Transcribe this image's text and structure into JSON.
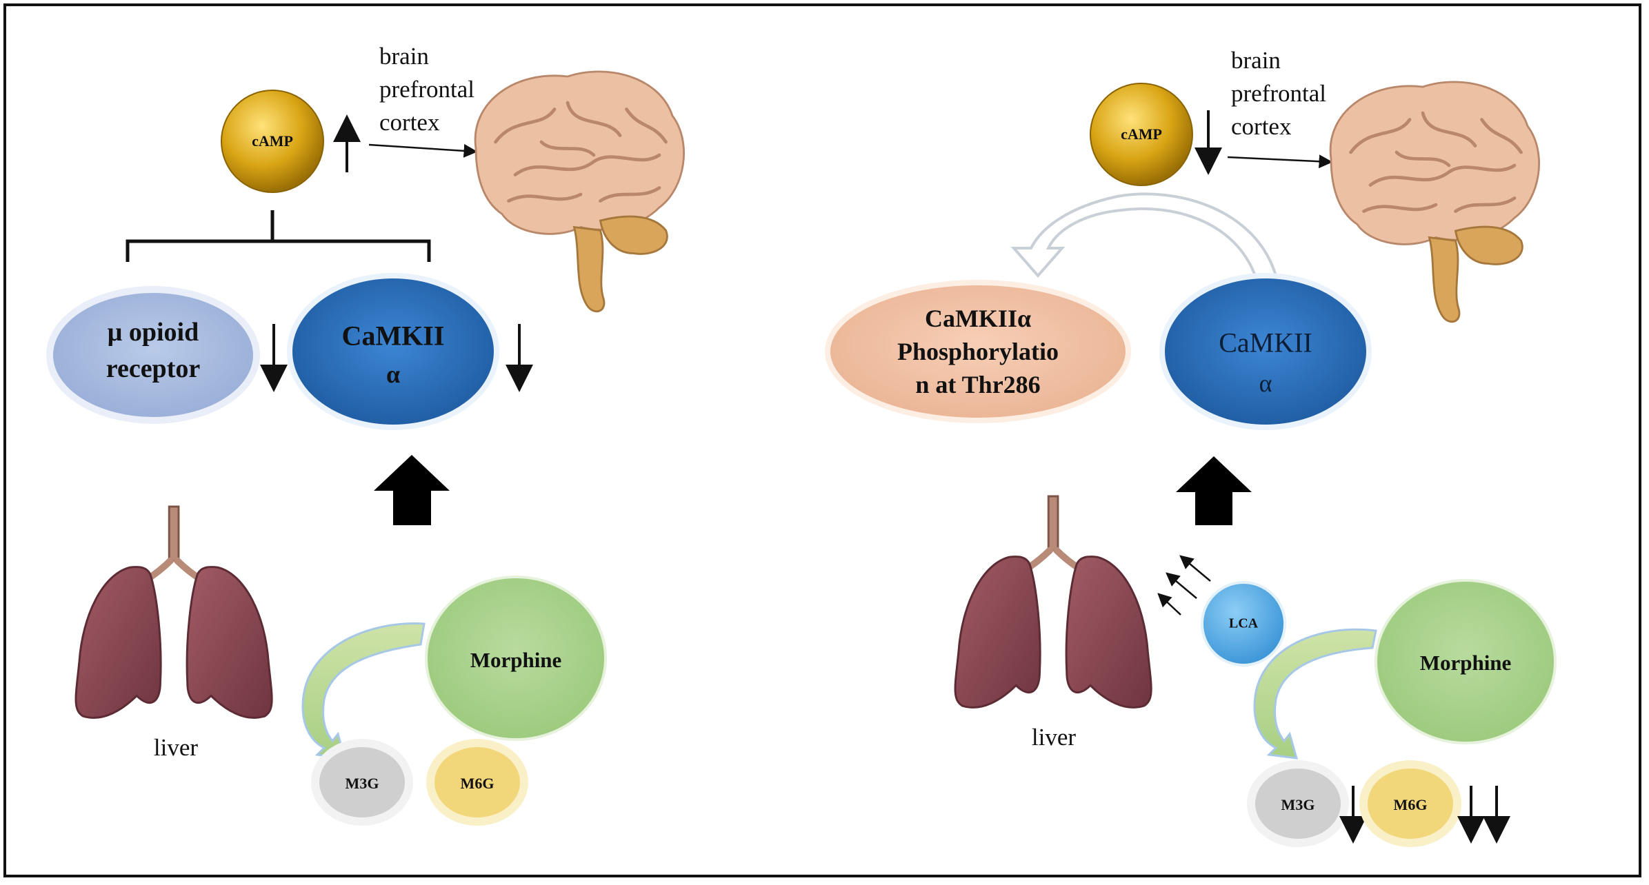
{
  "left_panel": {
    "camp": "cAMP",
    "brain_label_1": "brain",
    "brain_label_2": "prefrontal",
    "brain_label_3": "cortex",
    "mu_receptor_1": "μ opioid",
    "mu_receptor_2": "receptor",
    "camk_1": "CaMKII",
    "camk_2": "α",
    "morphine": "Morphine",
    "liver": "liver",
    "m3g": "M3G",
    "m6g": "M6G"
  },
  "right_panel": {
    "camp": "cAMP",
    "brain_label_1": "brain",
    "brain_label_2": "prefrontal",
    "brain_label_3": "cortex",
    "phospho_1": "CaMKIIα",
    "phospho_2": "Phosphorylatio",
    "phospho_3": "n at Thr286",
    "camk_1": "CaMKII",
    "camk_2": "α",
    "lca": "LCA",
    "morphine": "Morphine",
    "liver": "liver",
    "m3g": "M3G",
    "m6g": "M6G"
  },
  "colors": {
    "camp": "#d4a21a",
    "mu_receptor": "#a9bde0",
    "camk": "#2f74c0",
    "phospho": "#f2c2a4",
    "morphine": "#a9d18e",
    "m3g": "#c8c8c8",
    "m6g": "#f2d67a",
    "lca": "#5aaee6",
    "lungs": "#8c4a52",
    "brain": "#e8b99a"
  }
}
